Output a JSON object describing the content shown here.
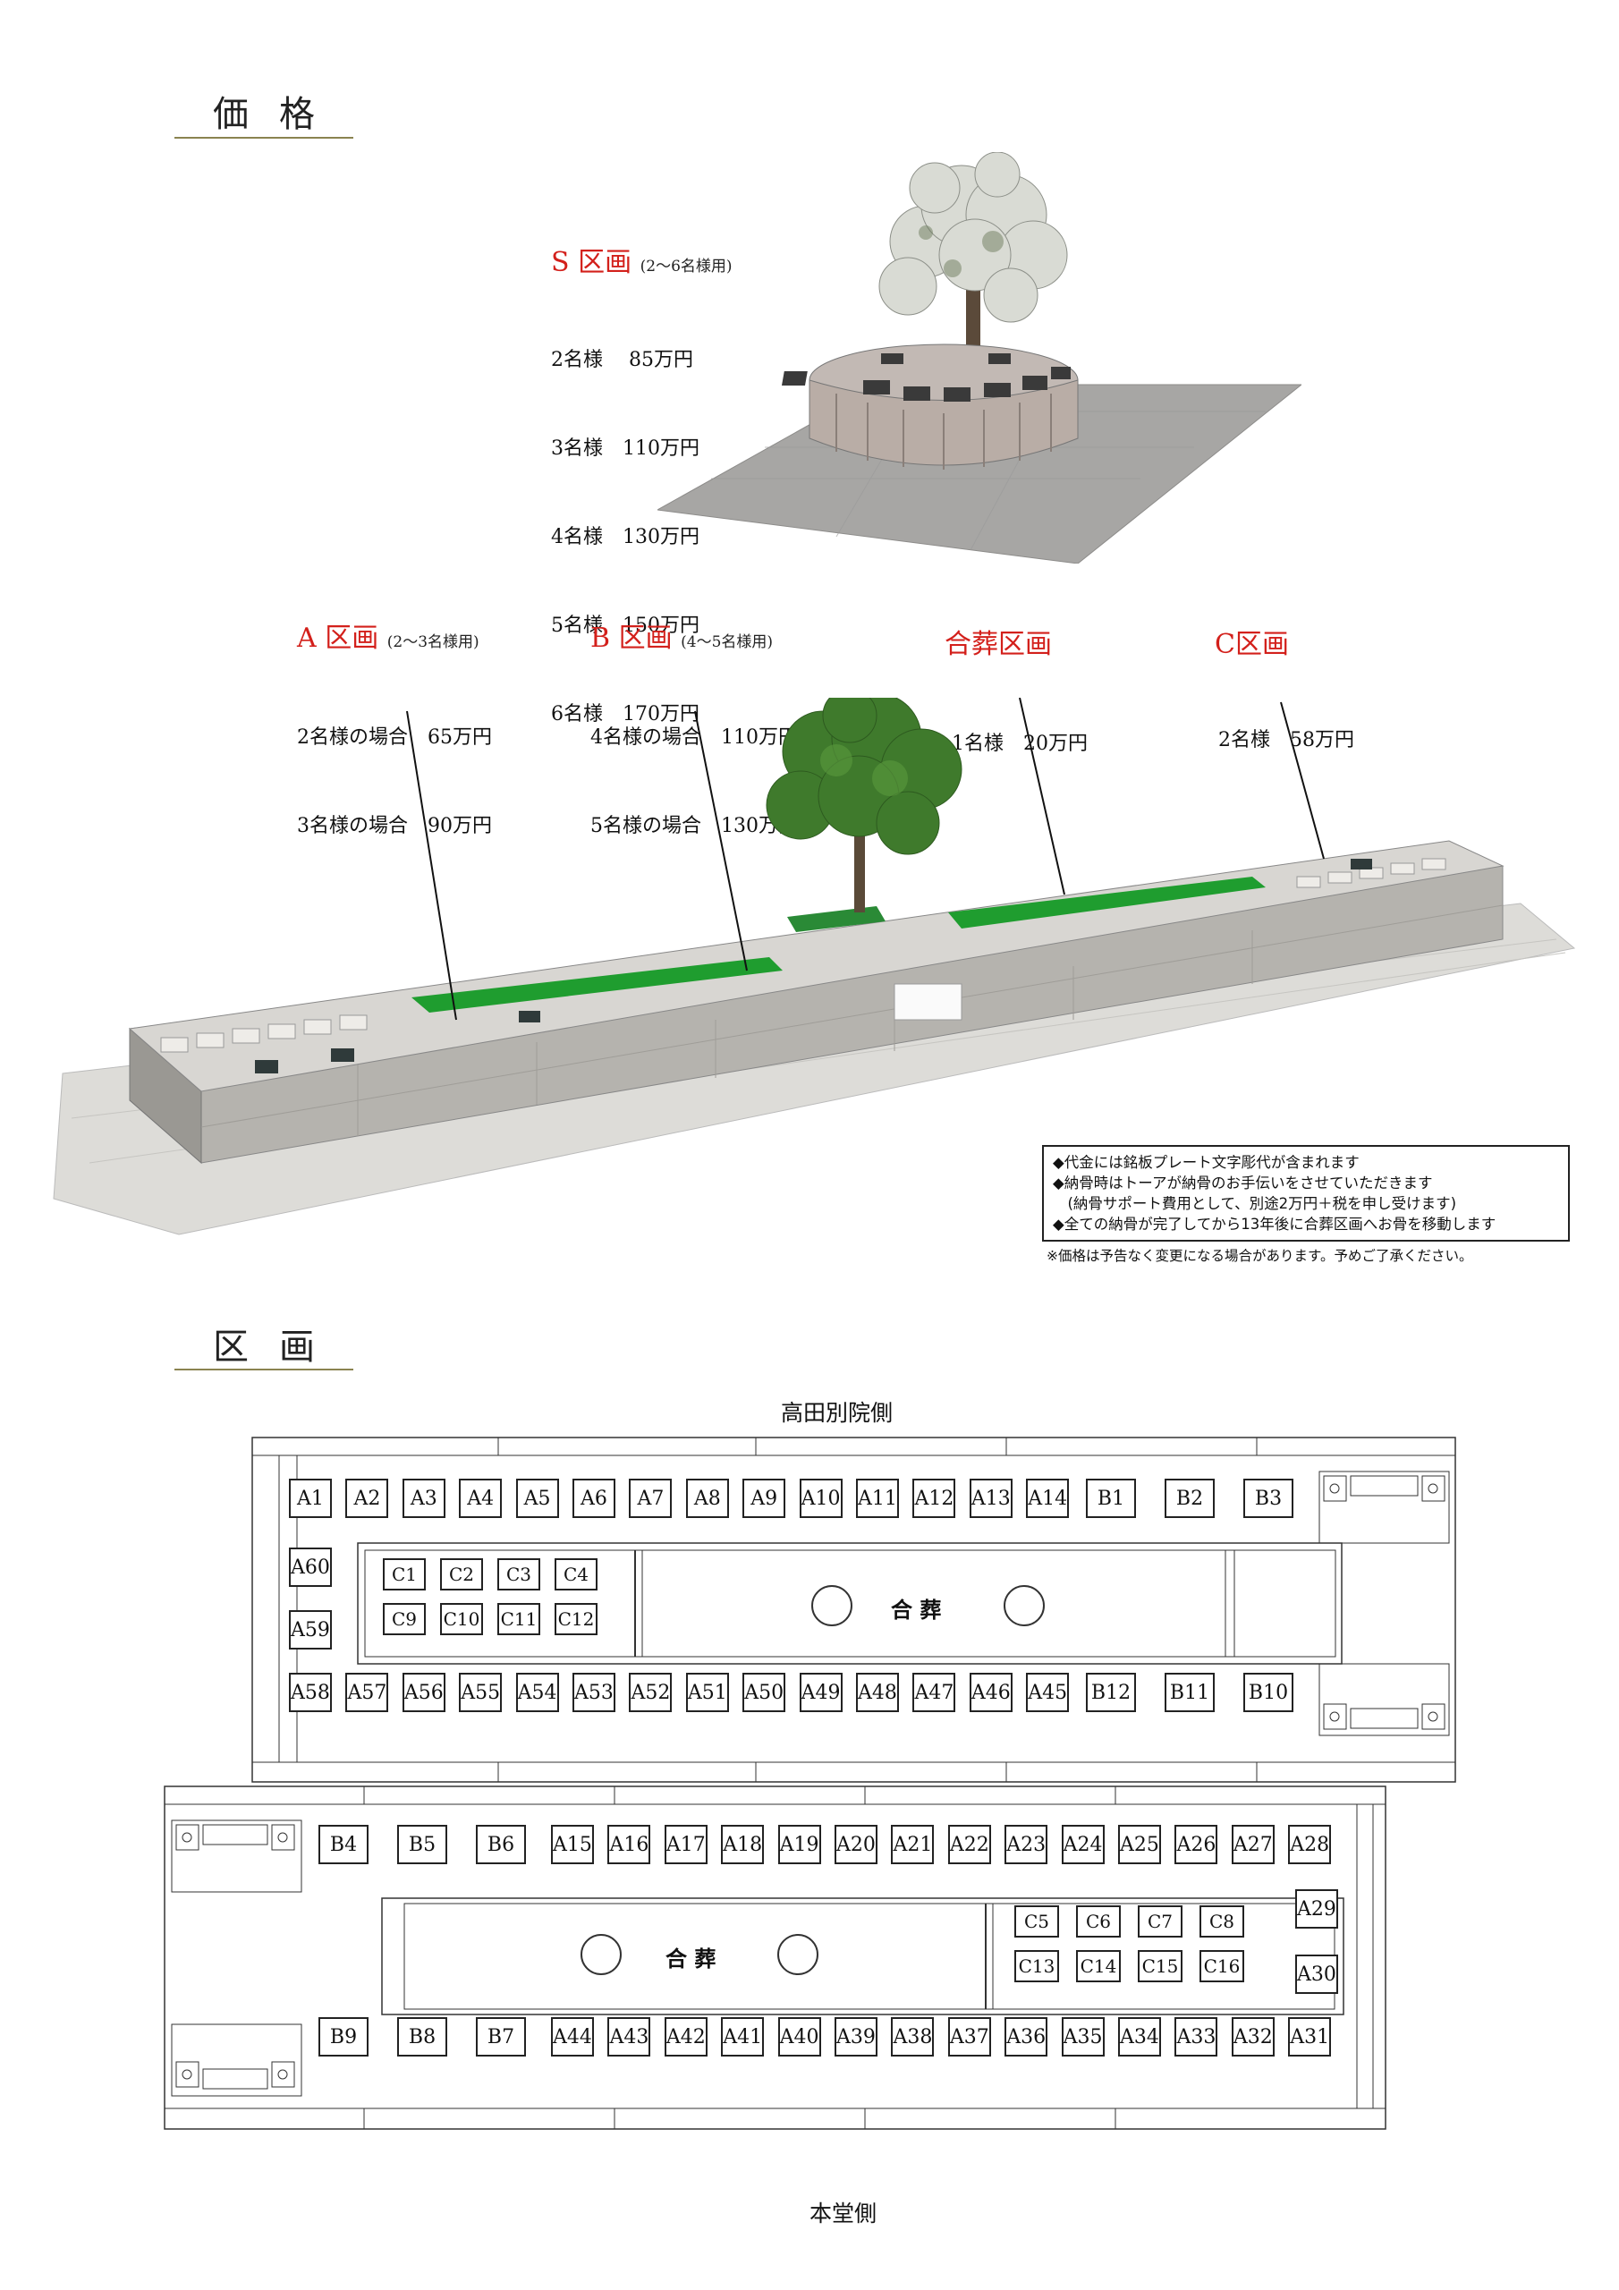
{
  "headings": {
    "price": "価格",
    "zones": "区画"
  },
  "s_zone": {
    "title": "S 区画",
    "note": "(2〜6名様用)",
    "lines": [
      "2名様　 85万円",
      "3名様　110万円",
      "4名様　130万円",
      "5名様　150万円",
      "6名様　170万円"
    ]
  },
  "a_zone": {
    "title": "A 区画",
    "note": "(2〜3名様用)",
    "lines": [
      "2名様の場合　65万円",
      "3名様の場合　90万円"
    ]
  },
  "b_zone": {
    "title": "B 区画",
    "note": "(4〜5名様用)",
    "lines": [
      "4名様の場合　110万円",
      "5名様の場合　130万円"
    ]
  },
  "gassou_zone": {
    "title": "合葬区画",
    "lines": [
      "1名様　20万円"
    ]
  },
  "c_zone": {
    "title": "C区画",
    "lines": [
      "2名様　58万円"
    ]
  },
  "notes": [
    "◆代金には銘板プレート文字彫代が含まれます",
    "◆納骨時はトーアが納骨のお手伝いをさせていただきます",
    "　(納骨サポート費用として、別途2万円＋税を申し受けます)",
    "◆全ての納骨が完了してから13年後に合葬区画へお骨を移動します"
  ],
  "foot_note": "※価格は予告なく変更になる場合があります。予めご了承ください。",
  "plan": {
    "top_side_label": "高田別院側",
    "bottom_side_label": "本堂側",
    "gassou_label": "合 葬",
    "block1": {
      "top_row": [
        "A1",
        "A2",
        "A3",
        "A4",
        "A5",
        "A6",
        "A7",
        "A8",
        "A9",
        "A10",
        "A11",
        "A12",
        "A13",
        "A14",
        "B1",
        "B2",
        "B3"
      ],
      "bottom_row": [
        "A58",
        "A57",
        "A56",
        "A55",
        "A54",
        "A53",
        "A52",
        "A51",
        "A50",
        "A49",
        "A48",
        "A47",
        "A46",
        "A45",
        "B12",
        "B11",
        "B10"
      ],
      "left_col": [
        "A60",
        "A59"
      ],
      "c_top": [
        "C1",
        "C2",
        "C3",
        "C4"
      ],
      "c_bottom": [
        "C9",
        "C10",
        "C11",
        "C12"
      ]
    },
    "block2": {
      "top_row": [
        "B4",
        "B5",
        "B6",
        "A15",
        "A16",
        "A17",
        "A18",
        "A19",
        "A20",
        "A21",
        "A22",
        "A23",
        "A24",
        "A25",
        "A26",
        "A27",
        "A28"
      ],
      "bottom_row": [
        "B9",
        "B8",
        "B7",
        "A44",
        "A43",
        "A42",
        "A41",
        "A40",
        "A39",
        "A38",
        "A37",
        "A36",
        "A35",
        "A34",
        "A33",
        "A32",
        "A31"
      ],
      "right_col": [
        "A29",
        "A30"
      ],
      "c_top": [
        "C5",
        "C6",
        "C7",
        "C8"
      ],
      "c_bottom": [
        "C13",
        "C14",
        "C15",
        "C16"
      ]
    }
  },
  "colors": {
    "accent_red": "#d3201b",
    "heading_rule": "#8a8350",
    "lawn": "#1f9d2f",
    "stone": "#b9b6b1"
  }
}
